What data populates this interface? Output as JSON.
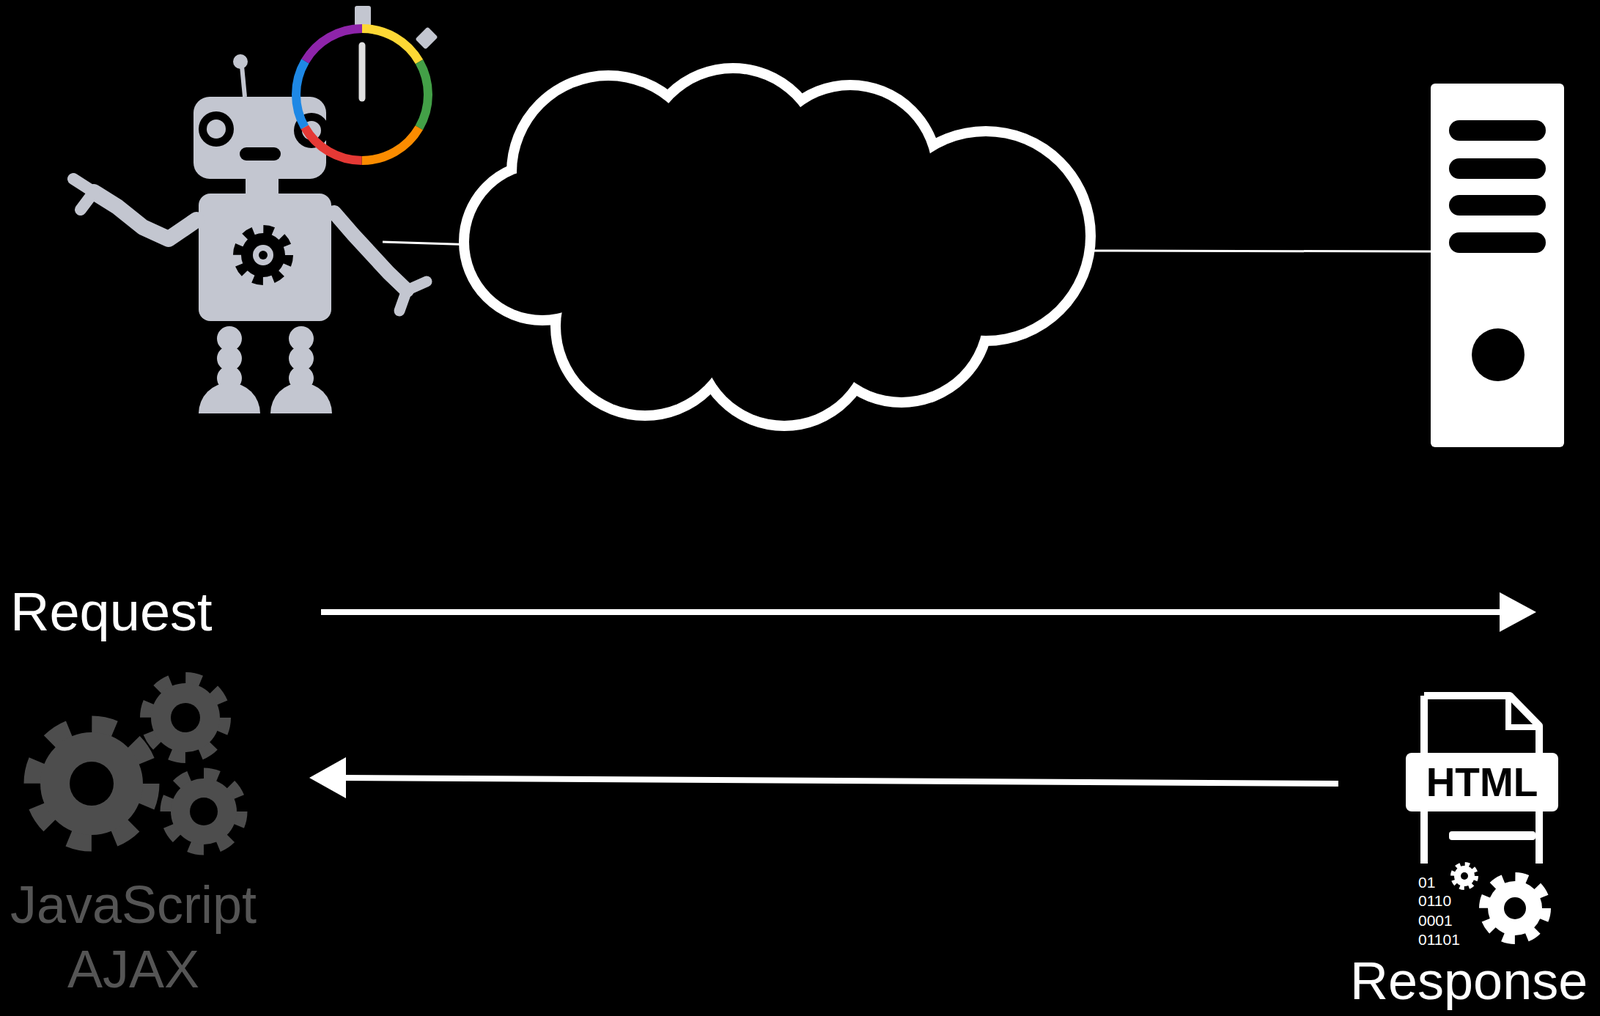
{
  "diagram": {
    "labels": [
      "Request",
      "HTML",
      "JavaScript AJAX",
      "01",
      "0110",
      "0001",
      "01101",
      "Response"
    ]
  }
}
